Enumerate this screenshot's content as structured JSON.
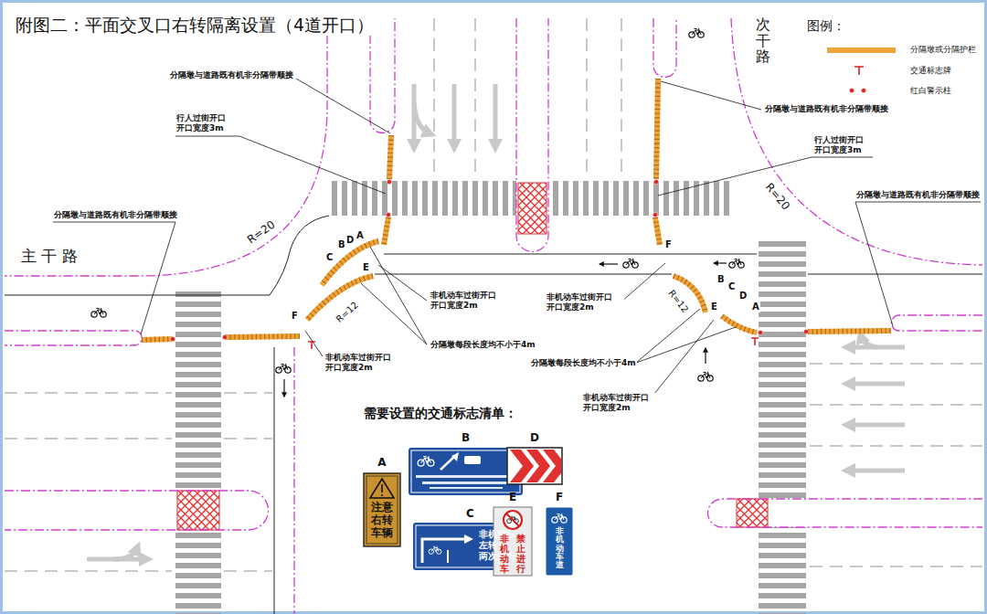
{
  "diagram": {
    "title": "附图二：平面交叉口右转隔离设置（4道开口）",
    "nodes": [
      {
        "text": [
          "A",
          "注意 右转 车辆"
        ]
      },
      {
        "text": [
          "B"
        ]
      },
      {
        "text": [
          "C",
          "非机动车 左转 两次过街"
        ]
      },
      {
        "text": [
          "D"
        ]
      },
      {
        "text": [
          "E",
          "非机动车",
          "禁止进行"
        ]
      },
      {
        "text": [
          "F",
          "非机动车道"
        ]
      }
    ],
    "labels": [
      "图例：",
      "主 干 路",
      "次干路",
      "分隔墩与道路既有机非分隔带顺接",
      "分隔墩与道路既有机非分隔带顺接",
      "行人过街开口 开口宽度3m",
      "行人过街开口 开口宽度3m",
      "分隔墩与道路既有机非分隔带顺接",
      "分隔墩与道路既有机非分隔带顺接",
      "R=20",
      "R=20",
      "C",
      "B",
      "D",
      "A",
      "E",
      "R=12",
      "F",
      "F",
      "R=12",
      "B",
      "C",
      "D",
      "A",
      "E",
      "非机动车过街开口 开口宽度2m",
      "分隔墩每段长度均不小于4m",
      "非机动车过街开口 开口宽度2m",
      "非机动车过街开口 开口宽度2m",
      "分隔墩每段长度均不小于4m",
      "非机动车过街开口 开口宽度2m",
      "需要设置的交通标志清单："
    ],
    "legend": [
      {
        "text": "分隔墩或分隔护栏",
        "color": "#efa43a"
      },
      {
        "text": "交通标志牌"
      },
      {
        "text": "红白警示柱"
      }
    ]
  }
}
